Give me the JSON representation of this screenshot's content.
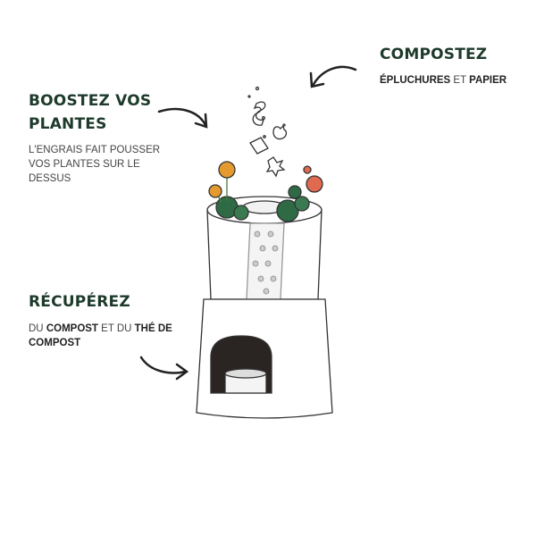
{
  "compost": {
    "title": "COMPOSTEZ",
    "desc": [
      {
        "t": "ÉPLUCHURES",
        "b": true
      },
      {
        "t": " ET ",
        "b": false
      },
      {
        "t": "PAPIER",
        "b": true
      }
    ]
  },
  "boost": {
    "title_line1": "BOOSTEZ VOS",
    "title_line2": "PLANTES",
    "desc": "L'ENGRAIS FAIT POUSSER VOS PLANTES SUR LE DESSUS"
  },
  "recover": {
    "title": "RÉCUPÉREZ",
    "desc": [
      {
        "t": "DU ",
        "b": false
      },
      {
        "t": "COMPOST",
        "b": true
      },
      {
        "t": " ET DU ",
        "b": false
      },
      {
        "t": "THÉ DE COMPOST",
        "b": true
      }
    ]
  },
  "colors": {
    "heading": "#1d3a2b",
    "flower_orange": "#e49a2e",
    "flower_red": "#e06a4f",
    "leaf": "#2e6b45"
  }
}
